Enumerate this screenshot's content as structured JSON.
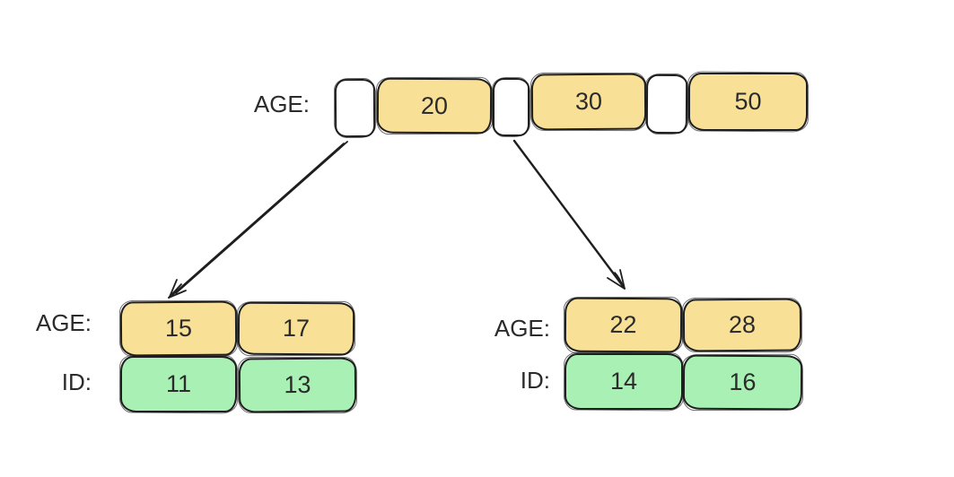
{
  "root_node": {
    "label": "AGE:",
    "keys": [
      "20",
      "30",
      "50"
    ]
  },
  "left_leaf": {
    "age_label": "AGE:",
    "ages": [
      "15",
      "17"
    ],
    "id_label": "ID:",
    "ids": [
      "11",
      "13"
    ]
  },
  "right_leaf": {
    "age_label": "AGE:",
    "ages": [
      "22",
      "28"
    ],
    "id_label": "ID:",
    "ids": [
      "14",
      "16"
    ]
  },
  "colors": {
    "key_fill": "#F9E097",
    "id_fill": "#A9F0B5",
    "stroke": "#1E1E1E",
    "background": "#FFFFFF"
  }
}
